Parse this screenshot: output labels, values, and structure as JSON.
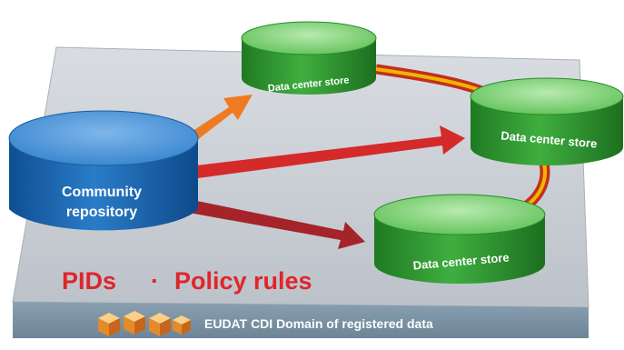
{
  "diagram": {
    "source": {
      "label_line1": "Community",
      "label_line2": "repository",
      "color": "#1f6fb8"
    },
    "stores": [
      {
        "label": "Data center store"
      },
      {
        "label": "Data center store"
      },
      {
        "label": "Data center store"
      }
    ],
    "store_color": "#3aa23a",
    "arrows": [
      {
        "color": "#f07a22"
      },
      {
        "color": "#d42a2a"
      },
      {
        "color": "#a4242a"
      }
    ],
    "link_color": "#e8a400",
    "caption": {
      "pids": "PIDs",
      "separator": "·",
      "policy": "Policy rules",
      "color": "#e0252b"
    },
    "footer": {
      "text": "EUDAT CDI Domain of registered data",
      "icon": "cube-cluster-icon"
    }
  }
}
